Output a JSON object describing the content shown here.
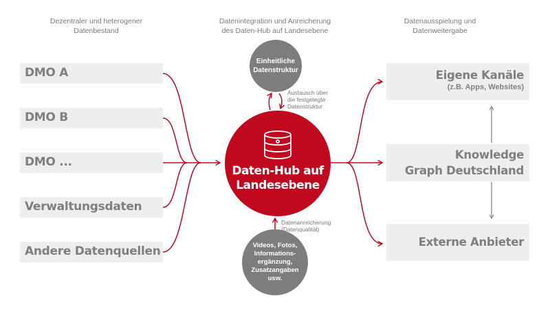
{
  "columns": {
    "left_heading": [
      "Dezentraler und heterogener",
      "Datenbestand"
    ],
    "center_heading": [
      "Datenintegration und Anreicherung",
      "des Daten-Hub auf Landesebene"
    ],
    "right_heading": [
      "Datenausspielung und",
      "Datenweitergabe"
    ]
  },
  "sources": [
    {
      "label": "DMO A"
    },
    {
      "label": "DMO B"
    },
    {
      "label": "DMO ..."
    },
    {
      "label": "Verwaltungsdaten"
    },
    {
      "label": "Andere Datenquellen"
    }
  ],
  "hub": {
    "icon": "database-icon",
    "title_line1": "Daten-Hub auf",
    "title_line2": "Landesebene",
    "color": "#c0081e"
  },
  "top_node": {
    "line1": "Einheitliche",
    "line2": "Datenstruktur",
    "exchange_note": [
      "Austausch über",
      "die festgelegte",
      "Datenstruktur"
    ]
  },
  "bottom_node": {
    "lines": [
      "Videos, Fotos,",
      "Informations-",
      "ergänzung,",
      "Zusatzangaben",
      "usw."
    ],
    "enrichment_note": [
      "Datenanreicherung",
      "(Datenqualität)"
    ]
  },
  "outputs": [
    {
      "title": "Eigene Kanäle",
      "subtitle": "(z.B. Apps, Websites)"
    },
    {
      "title_line1": "Knowledge",
      "title_line2": "Graph Deutschland"
    },
    {
      "title": "Externe Anbieter"
    }
  ],
  "colors": {
    "accent_red": "#c0081e",
    "gray_node": "#7d7d7d",
    "box_bg": "#eeeeee",
    "box_text": "#7f7f7f",
    "heading_text": "#7a7a7a"
  }
}
